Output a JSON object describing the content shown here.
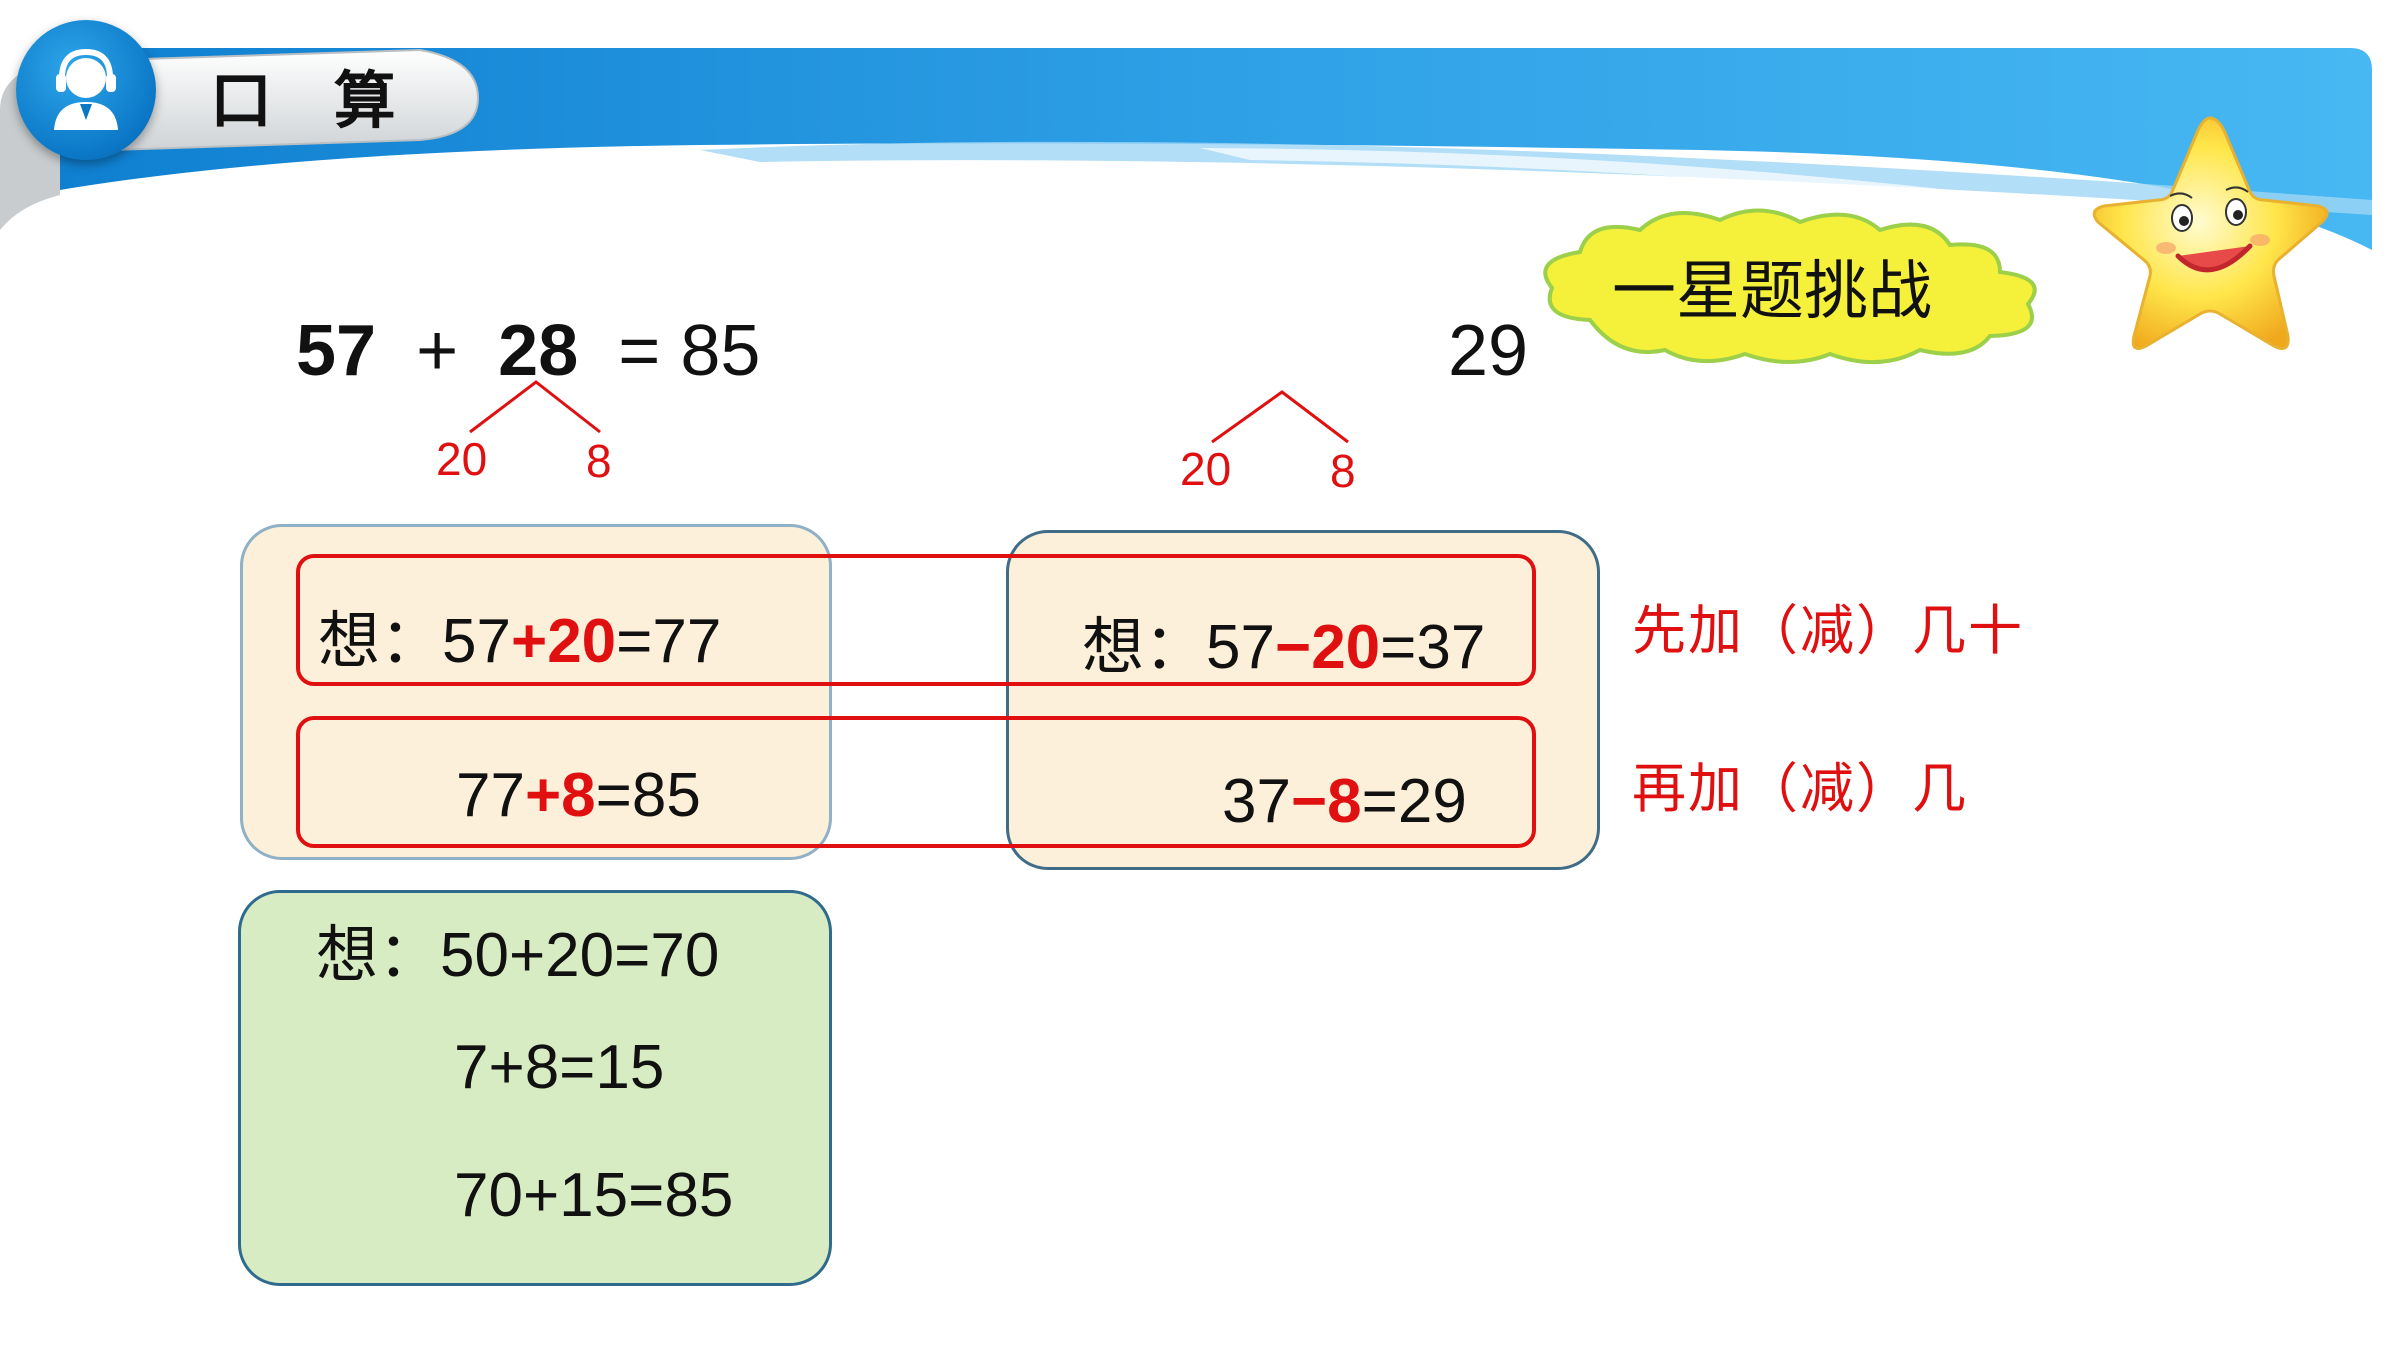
{
  "header": {
    "title": "口 算"
  },
  "challenge": {
    "label": "一星题挑战"
  },
  "main_equation": {
    "a": "57",
    "plus": "+",
    "b": "28",
    "eq": "= 85"
  },
  "right_result": "29",
  "split_left": {
    "tens": "20",
    "ones": "8"
  },
  "split_right": {
    "tens": "20",
    "ones": "8"
  },
  "left_box": {
    "think": "想：",
    "line1": {
      "a": "57",
      "op": "+20",
      "rest": "=77"
    },
    "line2": {
      "a": "77",
      "op": "+8",
      "rest": "=85"
    }
  },
  "right_box": {
    "think": "想：",
    "line1": {
      "a": "57",
      "op": "−20",
      "rest": "=37"
    },
    "line2": {
      "a": "37",
      "op": "−8",
      "rest": "=29"
    }
  },
  "green_box": {
    "think": "想：",
    "line1": "50+20=70",
    "line2": "7+8=15",
    "line3": "70+15=85"
  },
  "notes": {
    "first": "先加（减）几十",
    "second": "再加（减）几"
  },
  "colors": {
    "banner_blue": "#1b8fd8",
    "highlight_red": "#e01010",
    "box_tan": "#fdf0da",
    "box_green": "#d8ecc4",
    "cloud_yellow": "#f5f03a"
  }
}
